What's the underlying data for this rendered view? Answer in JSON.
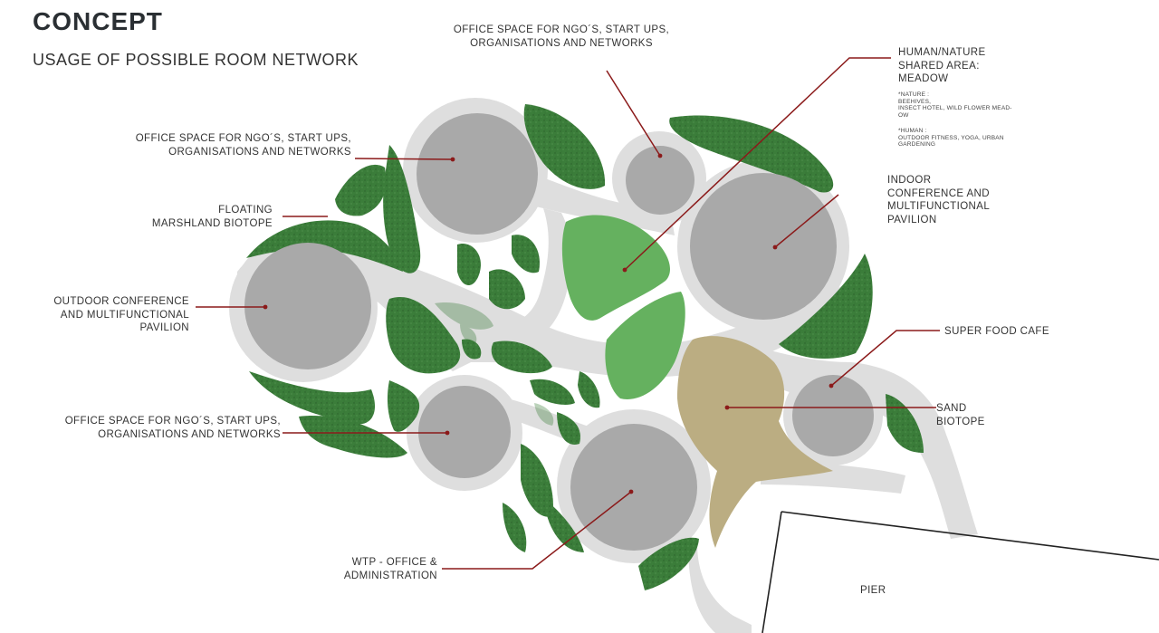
{
  "header": {
    "title": "CONCEPT",
    "subtitle": "USAGE OF POSSIBLE ROOM NETWORK"
  },
  "labels": {
    "office_top": [
      "OFFICE SPACE FOR NGO´S, START UPS,",
      "ORGANISATIONS AND NETWORKS"
    ],
    "office_left_upper": [
      "OFFICE SPACE FOR NGO´S, START UPS,",
      "ORGANISATIONS AND NETWORKS"
    ],
    "floating": [
      "FLOATING",
      "MARSHLAND BIOTOPE"
    ],
    "outdoor": [
      "OUTDOOR CONFERENCE",
      "AND MULTIFUNCTIONAL",
      "PAVILION"
    ],
    "office_left_lower": [
      "OFFICE SPACE FOR NGO´S, START UPS,",
      "ORGANISATIONS AND NETWORKS"
    ],
    "wtp": [
      "WTP - OFFICE &",
      "ADMINISTRATION"
    ],
    "meadow": [
      "HUMAN/NATURE",
      "SHARED AREA:",
      "MEADOW"
    ],
    "meadow_nature": [
      "*NATURE :",
      "BEEHIVES,",
      "INSECT HOTEL, WILD FLOWER MEAD-",
      "OW"
    ],
    "meadow_human": [
      "*HUMAN :",
      "OUTDOOR FITNESS, YOGA, URBAN",
      "GARDENING"
    ],
    "indoor": [
      "INDOOR",
      "CONFERENCE AND",
      "MULTIFUNCTIONAL",
      "PAVILION"
    ],
    "cafe": [
      "SUPER FOOD CAFE"
    ],
    "sand": [
      "SAND",
      "BIOTOPE"
    ],
    "pier": [
      "PIER"
    ]
  },
  "colors": {
    "leader_line": "#8b1a1a",
    "path": "#dedede",
    "room": "#a9a9a9",
    "green_dark": "#3b7d3a",
    "meadow": "#65b15f",
    "sand": "#bbad82"
  }
}
